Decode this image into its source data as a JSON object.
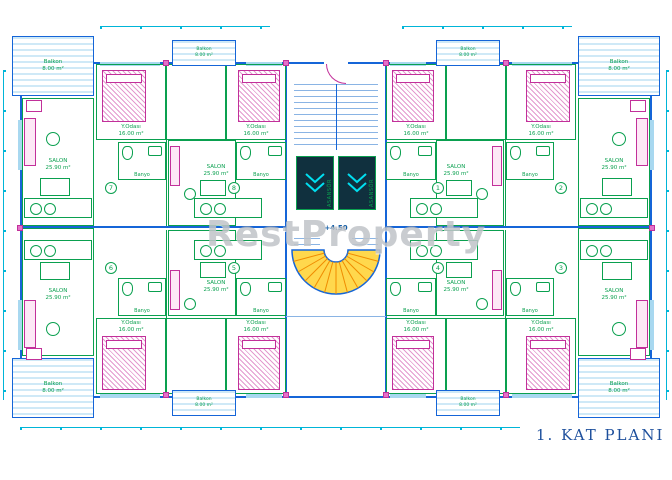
{
  "title": "1. KAT PLANI",
  "watermark": "RestProperty",
  "core": {
    "elevation_label": "+4.50",
    "elevator_label": "ASANSÖR"
  },
  "room_labels": {
    "balcony": {
      "name": "Balkon",
      "area": "8.00 m²"
    },
    "salon": {
      "name": "SALON",
      "area": "25.90 m²"
    },
    "bedroom": {
      "name": "Y.Odası",
      "area": "16.00 m²"
    },
    "bathroom": {
      "name": "Banyo"
    }
  },
  "units": [
    {
      "number": "7",
      "position": "top-left-outer"
    },
    {
      "number": "8",
      "position": "top-left-inner"
    },
    {
      "number": "1",
      "position": "top-right-inner"
    },
    {
      "number": "2",
      "position": "top-right-outer"
    },
    {
      "number": "6",
      "position": "bottom-left-outer"
    },
    {
      "number": "5",
      "position": "bottom-left-inner"
    },
    {
      "number": "4",
      "position": "bottom-right-inner"
    },
    {
      "number": "3",
      "position": "bottom-right-outer"
    }
  ],
  "colors": {
    "wall_blue": "#1565d8",
    "interior_green": "#0aa04f",
    "dimension_cyan": "#00b5d8",
    "furniture_magenta": "#c2309a",
    "stair_yellow": "#ffd84d",
    "stair_orange": "#f08c00",
    "balcony_fill": "#cfe9f7",
    "title_blue": "#1d4f9c"
  }
}
